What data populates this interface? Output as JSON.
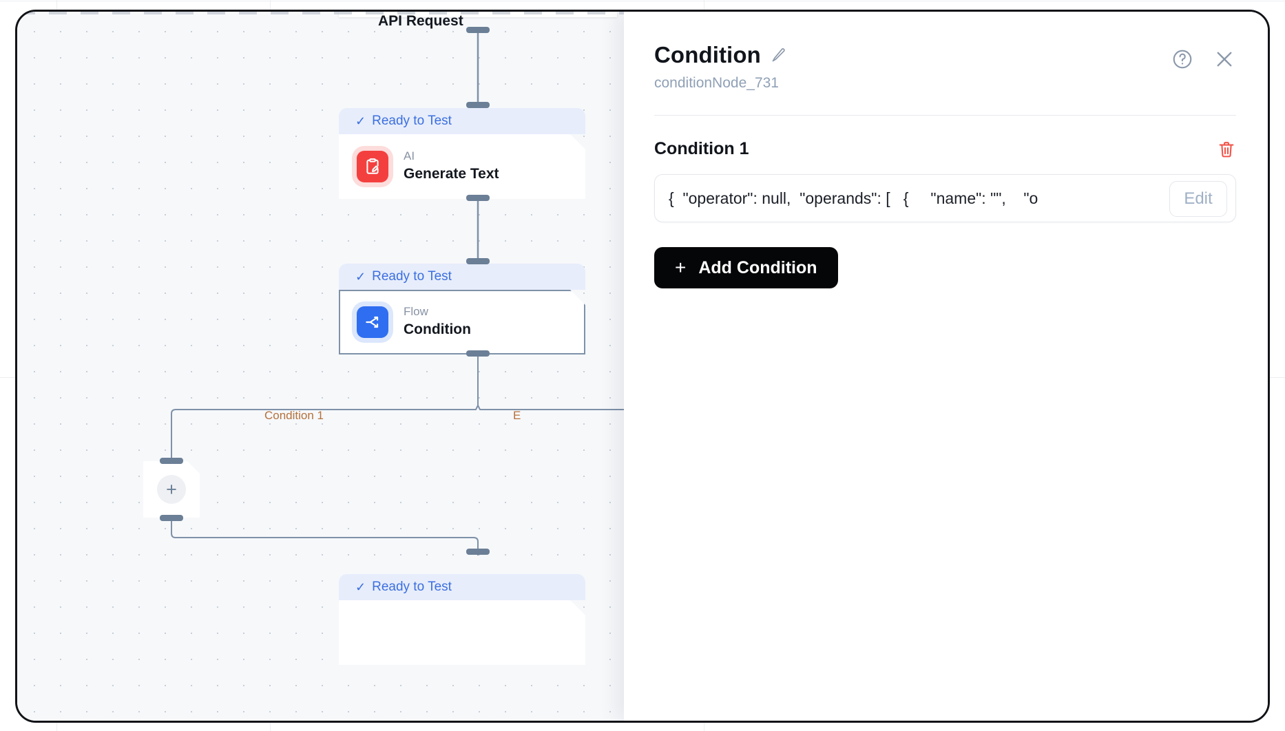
{
  "canvas": {
    "nodes": [
      {
        "id": "apiRequest",
        "category": "",
        "title": "API Request",
        "status": ""
      },
      {
        "id": "generateText",
        "category": "AI",
        "title": "Generate Text",
        "status": "Ready to Test",
        "icon": "ai-generate-text-icon"
      },
      {
        "id": "condition",
        "category": "Flow",
        "title": "Condition",
        "status": "Ready to Test",
        "icon": "flow-condition-icon"
      },
      {
        "id": "bottomNode",
        "category": "",
        "title": "",
        "status": "Ready to Test"
      }
    ],
    "branch_labels": [
      "Condition 1",
      "E"
    ],
    "add_node_label": "+",
    "status_check_glyph": "✓",
    "colors": {
      "status_text": "#3b6fe0",
      "status_bg": "#e7edfb",
      "branch_label": "#b5713c",
      "ai_icon": "#f43f3f",
      "flow_icon": "#2f6ef0",
      "handle": "#6b7f96"
    }
  },
  "panel": {
    "title": "Condition",
    "node_id": "conditionNode_731",
    "edit_title_icon": "pencil-icon",
    "help_icon": "help-circle-icon",
    "close_icon": "close-icon",
    "section": {
      "title": "Condition 1",
      "delete_icon": "trash-icon",
      "value": "{  \"operator\": null,  \"operands\": [   {     \"name\": \"\",    \"o",
      "edit_label": "Edit"
    },
    "add_condition_label": "Add Condition",
    "add_condition_plus": "+",
    "colors": {
      "accent_delete": "#f2554b",
      "subtitle": "#8fa0b6",
      "button_bg": "#050608"
    }
  }
}
